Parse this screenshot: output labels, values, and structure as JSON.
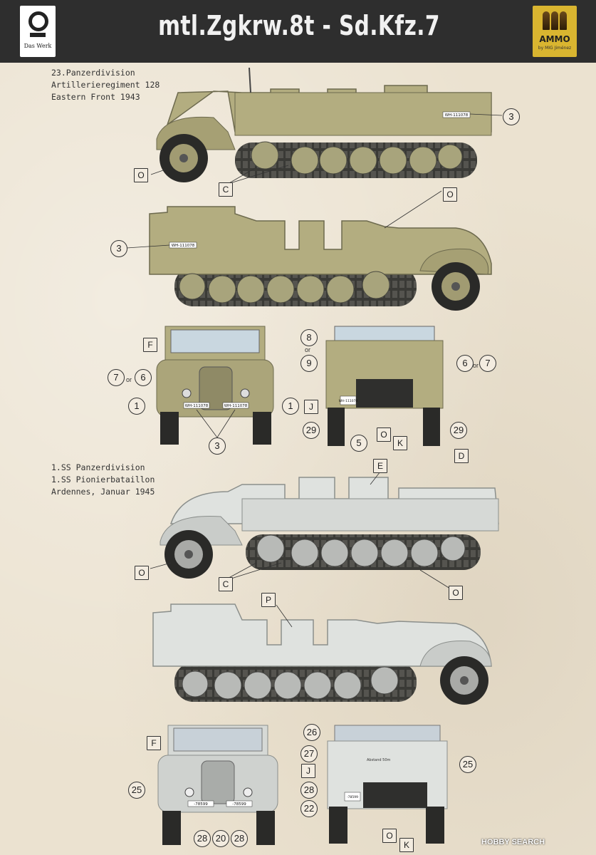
{
  "header": {
    "title": "mtl.Zgkrw.8t - Sd.Kfz.7",
    "left_logo_text": "Das Werk",
    "right_logo_brand": "AMMO",
    "right_logo_sub": "by MIG Jiménez",
    "bg_color": "#2e2e2e"
  },
  "scheme1": {
    "lines": [
      "23.Panzerdivision",
      "Artillerieregiment 128",
      "Eastern Front 1943"
    ],
    "plate": "WH-111078",
    "color": "#b3ad80"
  },
  "scheme2": {
    "lines": [
      "1.SS Panzerdivision",
      "1.SS Pionierbataillon",
      "Ardennes, Januar 1945"
    ],
    "plate": "-78599",
    "color": "#dfe2df"
  },
  "callouts": {
    "c3": "3",
    "cO": "O",
    "cC": "C",
    "cF": "F",
    "c7": "7",
    "c6": "6",
    "c1": "1",
    "c8": "8",
    "c9": "9",
    "cJ": "J",
    "c29": "29",
    "c5": "5",
    "cK": "K",
    "cE": "E",
    "cD": "D",
    "cP": "P",
    "c25": "25",
    "c28": "28",
    "c20": "20",
    "c26": "26",
    "c27": "27",
    "c22": "22",
    "or": "or"
  },
  "rear_marking": "Abstand 50m",
  "watermark": "HOBBY SEARCH",
  "icons": {
    "left_logo": "das-werk-logo-icon",
    "right_logo": "ammo-logo-icon",
    "watermark": "hobbysearch-logo-icon"
  }
}
